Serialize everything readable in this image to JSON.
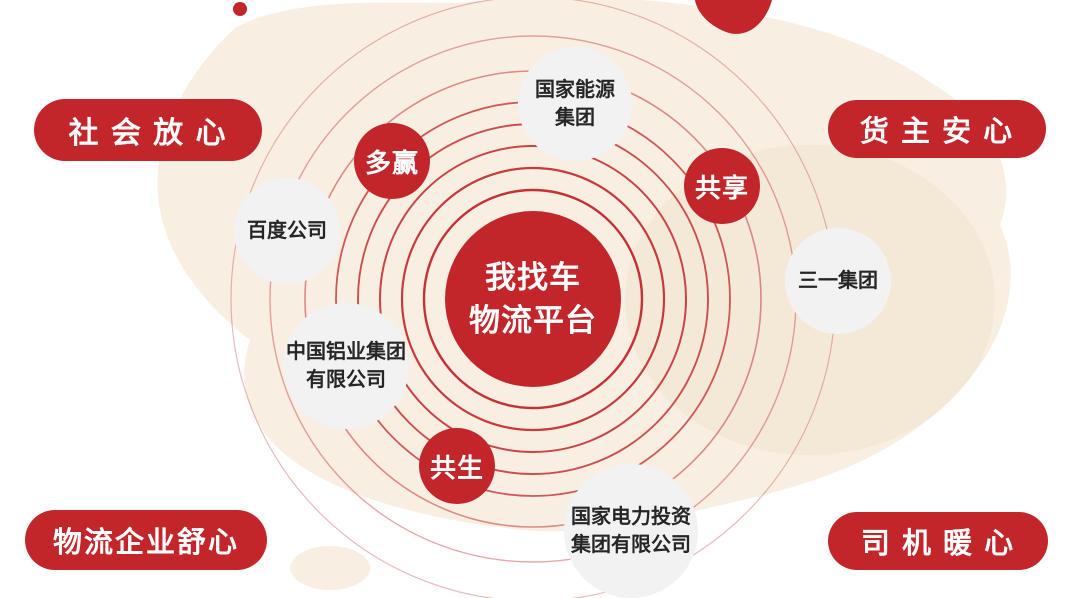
{
  "colors": {
    "primary_red": "#c2262b",
    "circle_gray": "#f2f2f3",
    "text_dark": "#262626",
    "map_cream": "#f8efe2",
    "map_cream_dark": "#f0e2c9"
  },
  "center": {
    "label": "我找车\n物流平台"
  },
  "ring_badges": [
    {
      "label": "多赢"
    },
    {
      "label": "共享"
    },
    {
      "label": "共生"
    }
  ],
  "partners": [
    {
      "label": "国家能源\n集团"
    },
    {
      "label": "百度公司"
    },
    {
      "label": "三一集团"
    },
    {
      "label": "中国铝业集团\n有限公司"
    },
    {
      "label": "国家电力投资\n集团有限公司"
    }
  ],
  "corner_labels": [
    {
      "position": "top-left",
      "label": "社 会 放 心"
    },
    {
      "position": "top-right",
      "label": "货 主 安 心"
    },
    {
      "position": "bottom-left",
      "label": "物流企业舒心"
    },
    {
      "position": "bottom-right",
      "label": "司 机 暖 心"
    }
  ]
}
